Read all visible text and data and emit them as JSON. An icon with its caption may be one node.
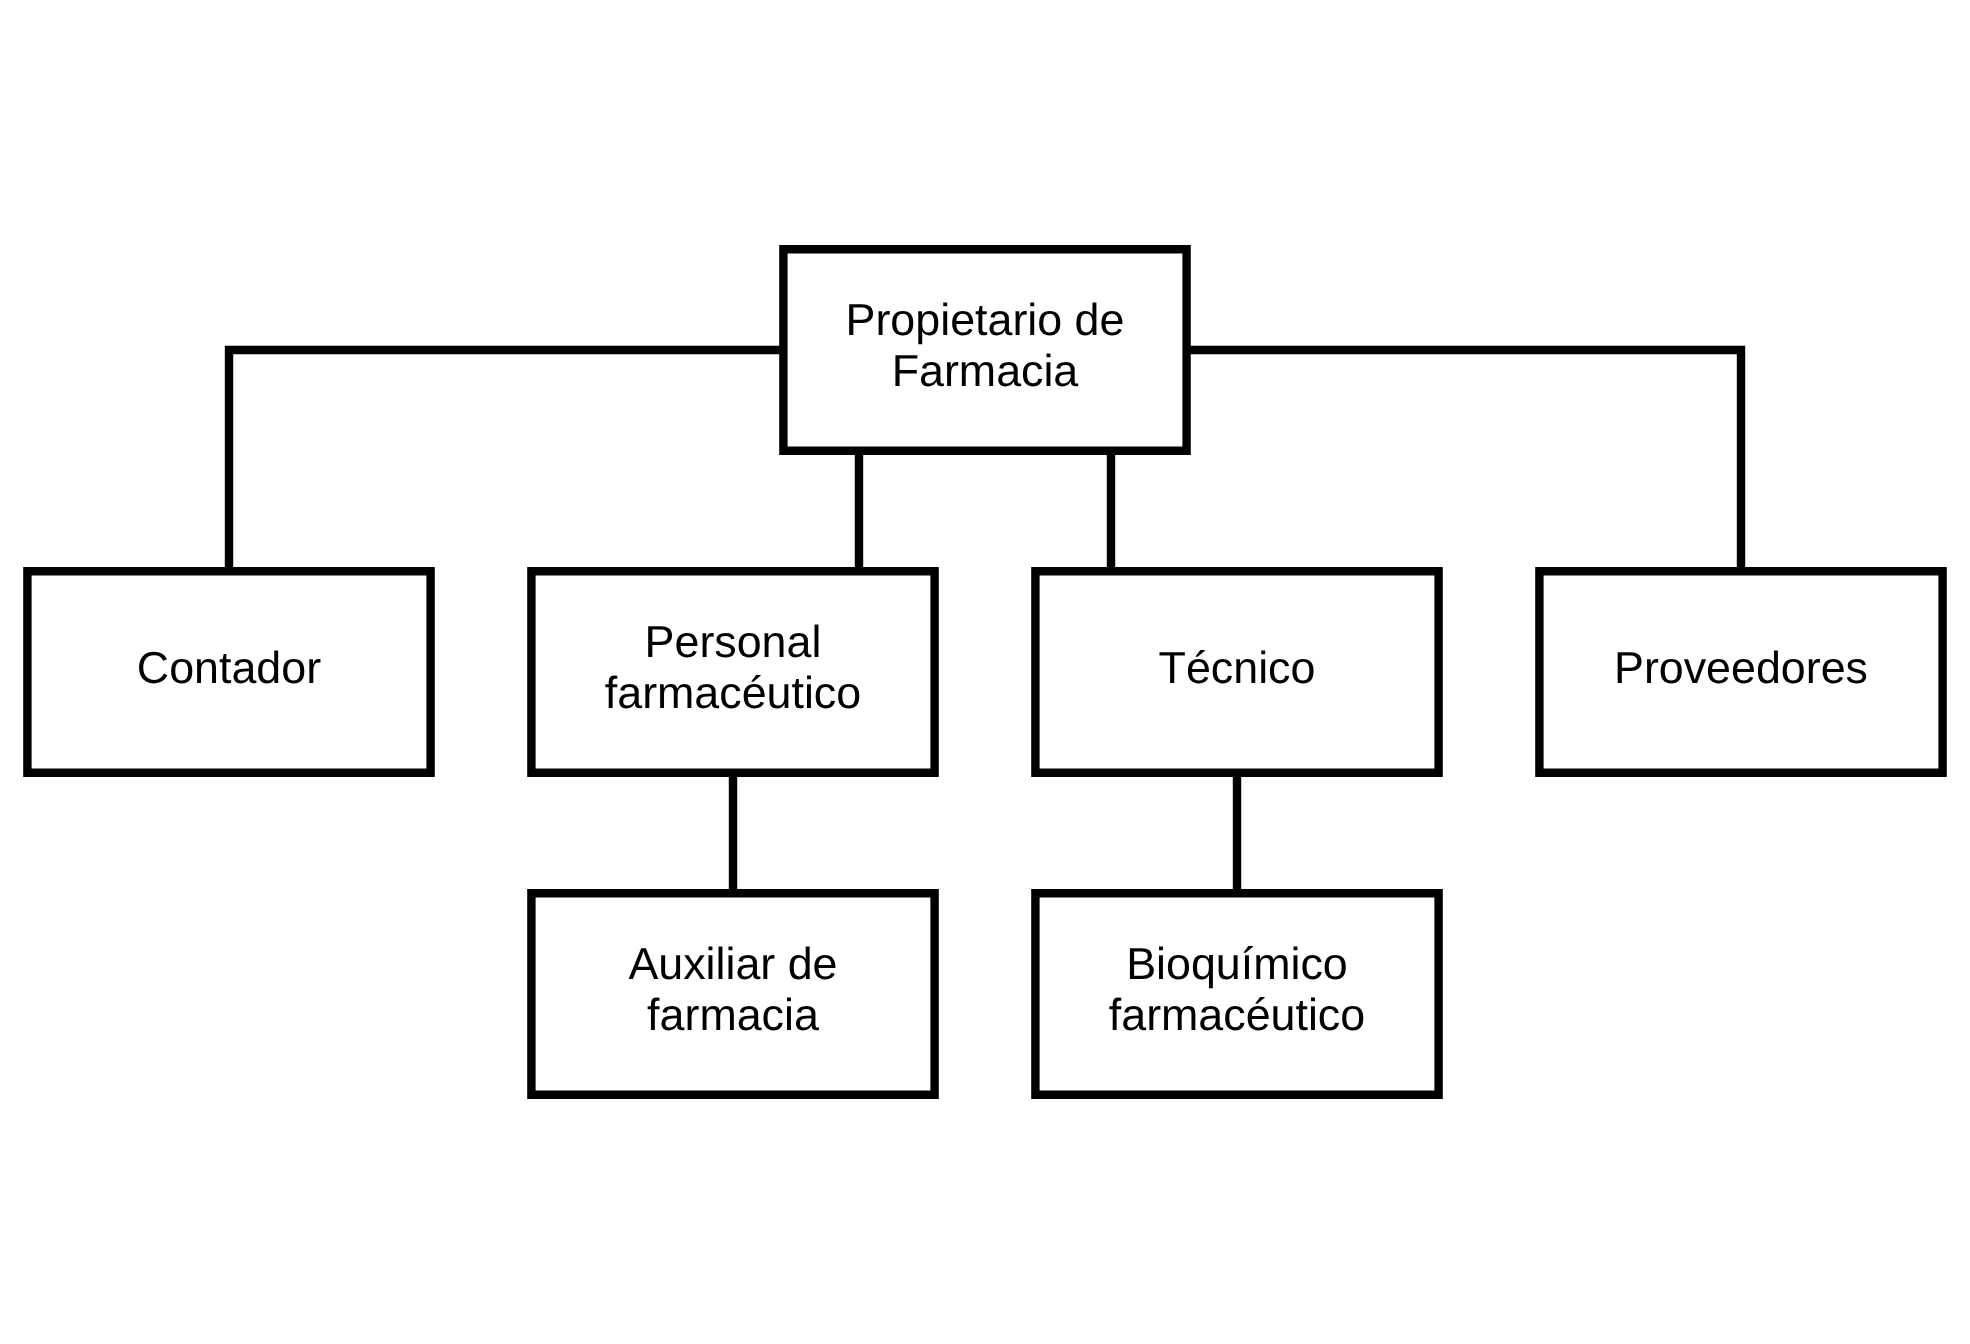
{
  "diagram": {
    "nodes": [
      {
        "text": [
          "Propietario de Farmacia"
        ]
      },
      {
        "text": [
          "Contador"
        ]
      },
      {
        "text": [
          "Personal farmacéutico"
        ]
      },
      {
        "text": [
          "Técnico"
        ]
      },
      {
        "text": [
          "Proveedores"
        ]
      },
      {
        "text": [
          "Auxiliar de farmacia"
        ]
      },
      {
        "text": [
          "Bioquímico farmacéutico"
        ]
      }
    ],
    "edges": [
      {
        "from": 0,
        "to": 1,
        "arrow": "none"
      },
      {
        "from": 0,
        "to": 2,
        "arrow": "none"
      },
      {
        "from": 0,
        "to": 3,
        "arrow": "none"
      },
      {
        "from": 0,
        "to": 4,
        "arrow": "none"
      },
      {
        "from": 2,
        "to": 5,
        "arrow": "none"
      },
      {
        "from": 3,
        "to": 6,
        "arrow": "none"
      }
    ]
  }
}
